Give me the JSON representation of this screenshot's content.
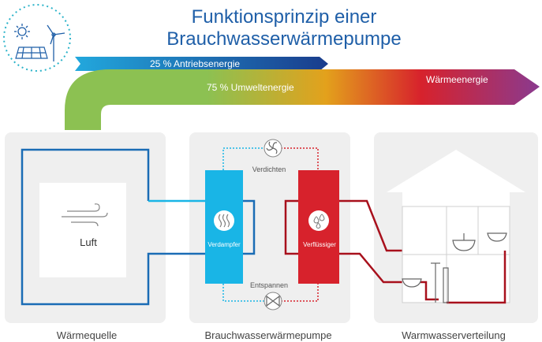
{
  "title_line_1": "Funktionsprinzip einer",
  "title_line_2": "Brauchwasserwärmepumpe",
  "energy_flows": {
    "drive_energy": "25 % Antriebsenergie",
    "environmental_energy": "75 % Umweltenergie",
    "heat_energy": "Wärmeenergie"
  },
  "source": {
    "air_label": "Luft",
    "panel_label": "Wärmequelle"
  },
  "heat_pump": {
    "compress_label": "Verdichten",
    "expand_label": "Entspannen",
    "evaporator_label": "Verdampfer",
    "condenser_label": "Verflüssiger",
    "panel_label": "Brauchwasserwärmepumpe"
  },
  "distribution": {
    "panel_label": "Warmwasserverteilung"
  },
  "colors": {
    "title_blue": "#1f5fa8",
    "drive_blue_start": "#22a8dd",
    "drive_blue_end": "#1a3c8c",
    "green": "#8cc152",
    "red": "#d7222c",
    "purple": "#8a3a8f",
    "cyan": "#19b5e6",
    "panel_gray": "#efefef"
  },
  "icons": {
    "sun": "sun-icon",
    "wind_turbine": "wind-turbine-icon",
    "solar_panel": "solar-panel-icon",
    "wind": "wind-icon",
    "compressor": "fan-icon",
    "expansion_valve": "valve-icon",
    "heat_waves": "heat-waves-icon",
    "droplets": "droplets-icon",
    "house": "house-icon",
    "sink": "sink-icon",
    "shower": "shower-icon",
    "tub": "bathtub-icon"
  }
}
